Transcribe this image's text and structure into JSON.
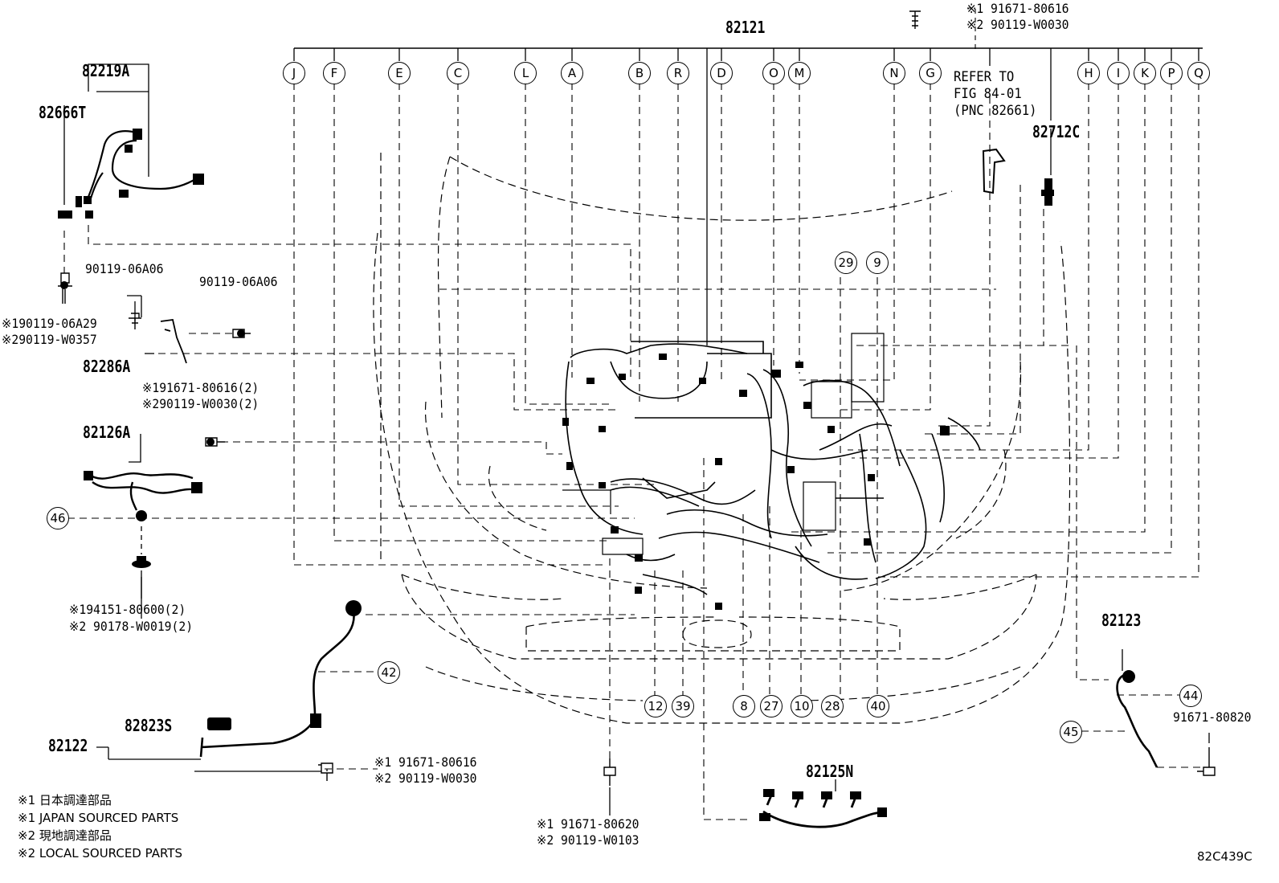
{
  "diagram": {
    "main_part": "82121",
    "drawing_code": "82C439C",
    "letter_callouts": [
      "J",
      "F",
      "E",
      "C",
      "L",
      "A",
      "B",
      "R",
      "D",
      "O",
      "M",
      "N",
      "G",
      "H",
      "I",
      "K",
      "P",
      "Q"
    ],
    "refer_note": [
      "REFER TO",
      "FIG 84-01",
      "(PNC 82661)"
    ],
    "parts": {
      "p82219A": "82219A",
      "p82666T": "82666T",
      "p82286A": "82286A",
      "p82126A": "82126A",
      "p82712C": "82712C",
      "p82123": "82123",
      "p82122": "82122",
      "p82823S": "82823S",
      "p82125N": "82125N"
    },
    "fasteners": {
      "top_bolt": [
        "※1 91671-80616",
        "※2 90119-W0030"
      ],
      "left_bolt": [
        "※190119-06A29",
        "※290119-W0357"
      ],
      "bolt_a": "90119-06A06",
      "bolt_b": "90119-06A06",
      "bracket_bolts": [
        "※191671-80616(2)",
        "※290119-W0030(2)"
      ],
      "clip": [
        "※194151-80600(2)",
        "※2 90178-W0019(2)"
      ],
      "lower_left_bolt": [
        "※1 91671-80616",
        "※2 90119-W0030"
      ],
      "center_bolt": [
        "※1 91671-80620",
        "※2 90119-W0103"
      ],
      "right_bolt": "91671-80820"
    },
    "number_callouts": {
      "c29": "29",
      "c9": "9",
      "c46": "46",
      "c42": "42",
      "c12": "12",
      "c39": "39",
      "c8": "8",
      "c27": "27",
      "c10": "10",
      "c28": "28",
      "c40": "40",
      "c44": "44",
      "c45": "45"
    },
    "legend": [
      "※1 日本調達部品",
      "※1 JAPAN SOURCED PARTS",
      "※2 現地調達部品",
      "※2 LOCAL SOURCED PARTS"
    ]
  }
}
